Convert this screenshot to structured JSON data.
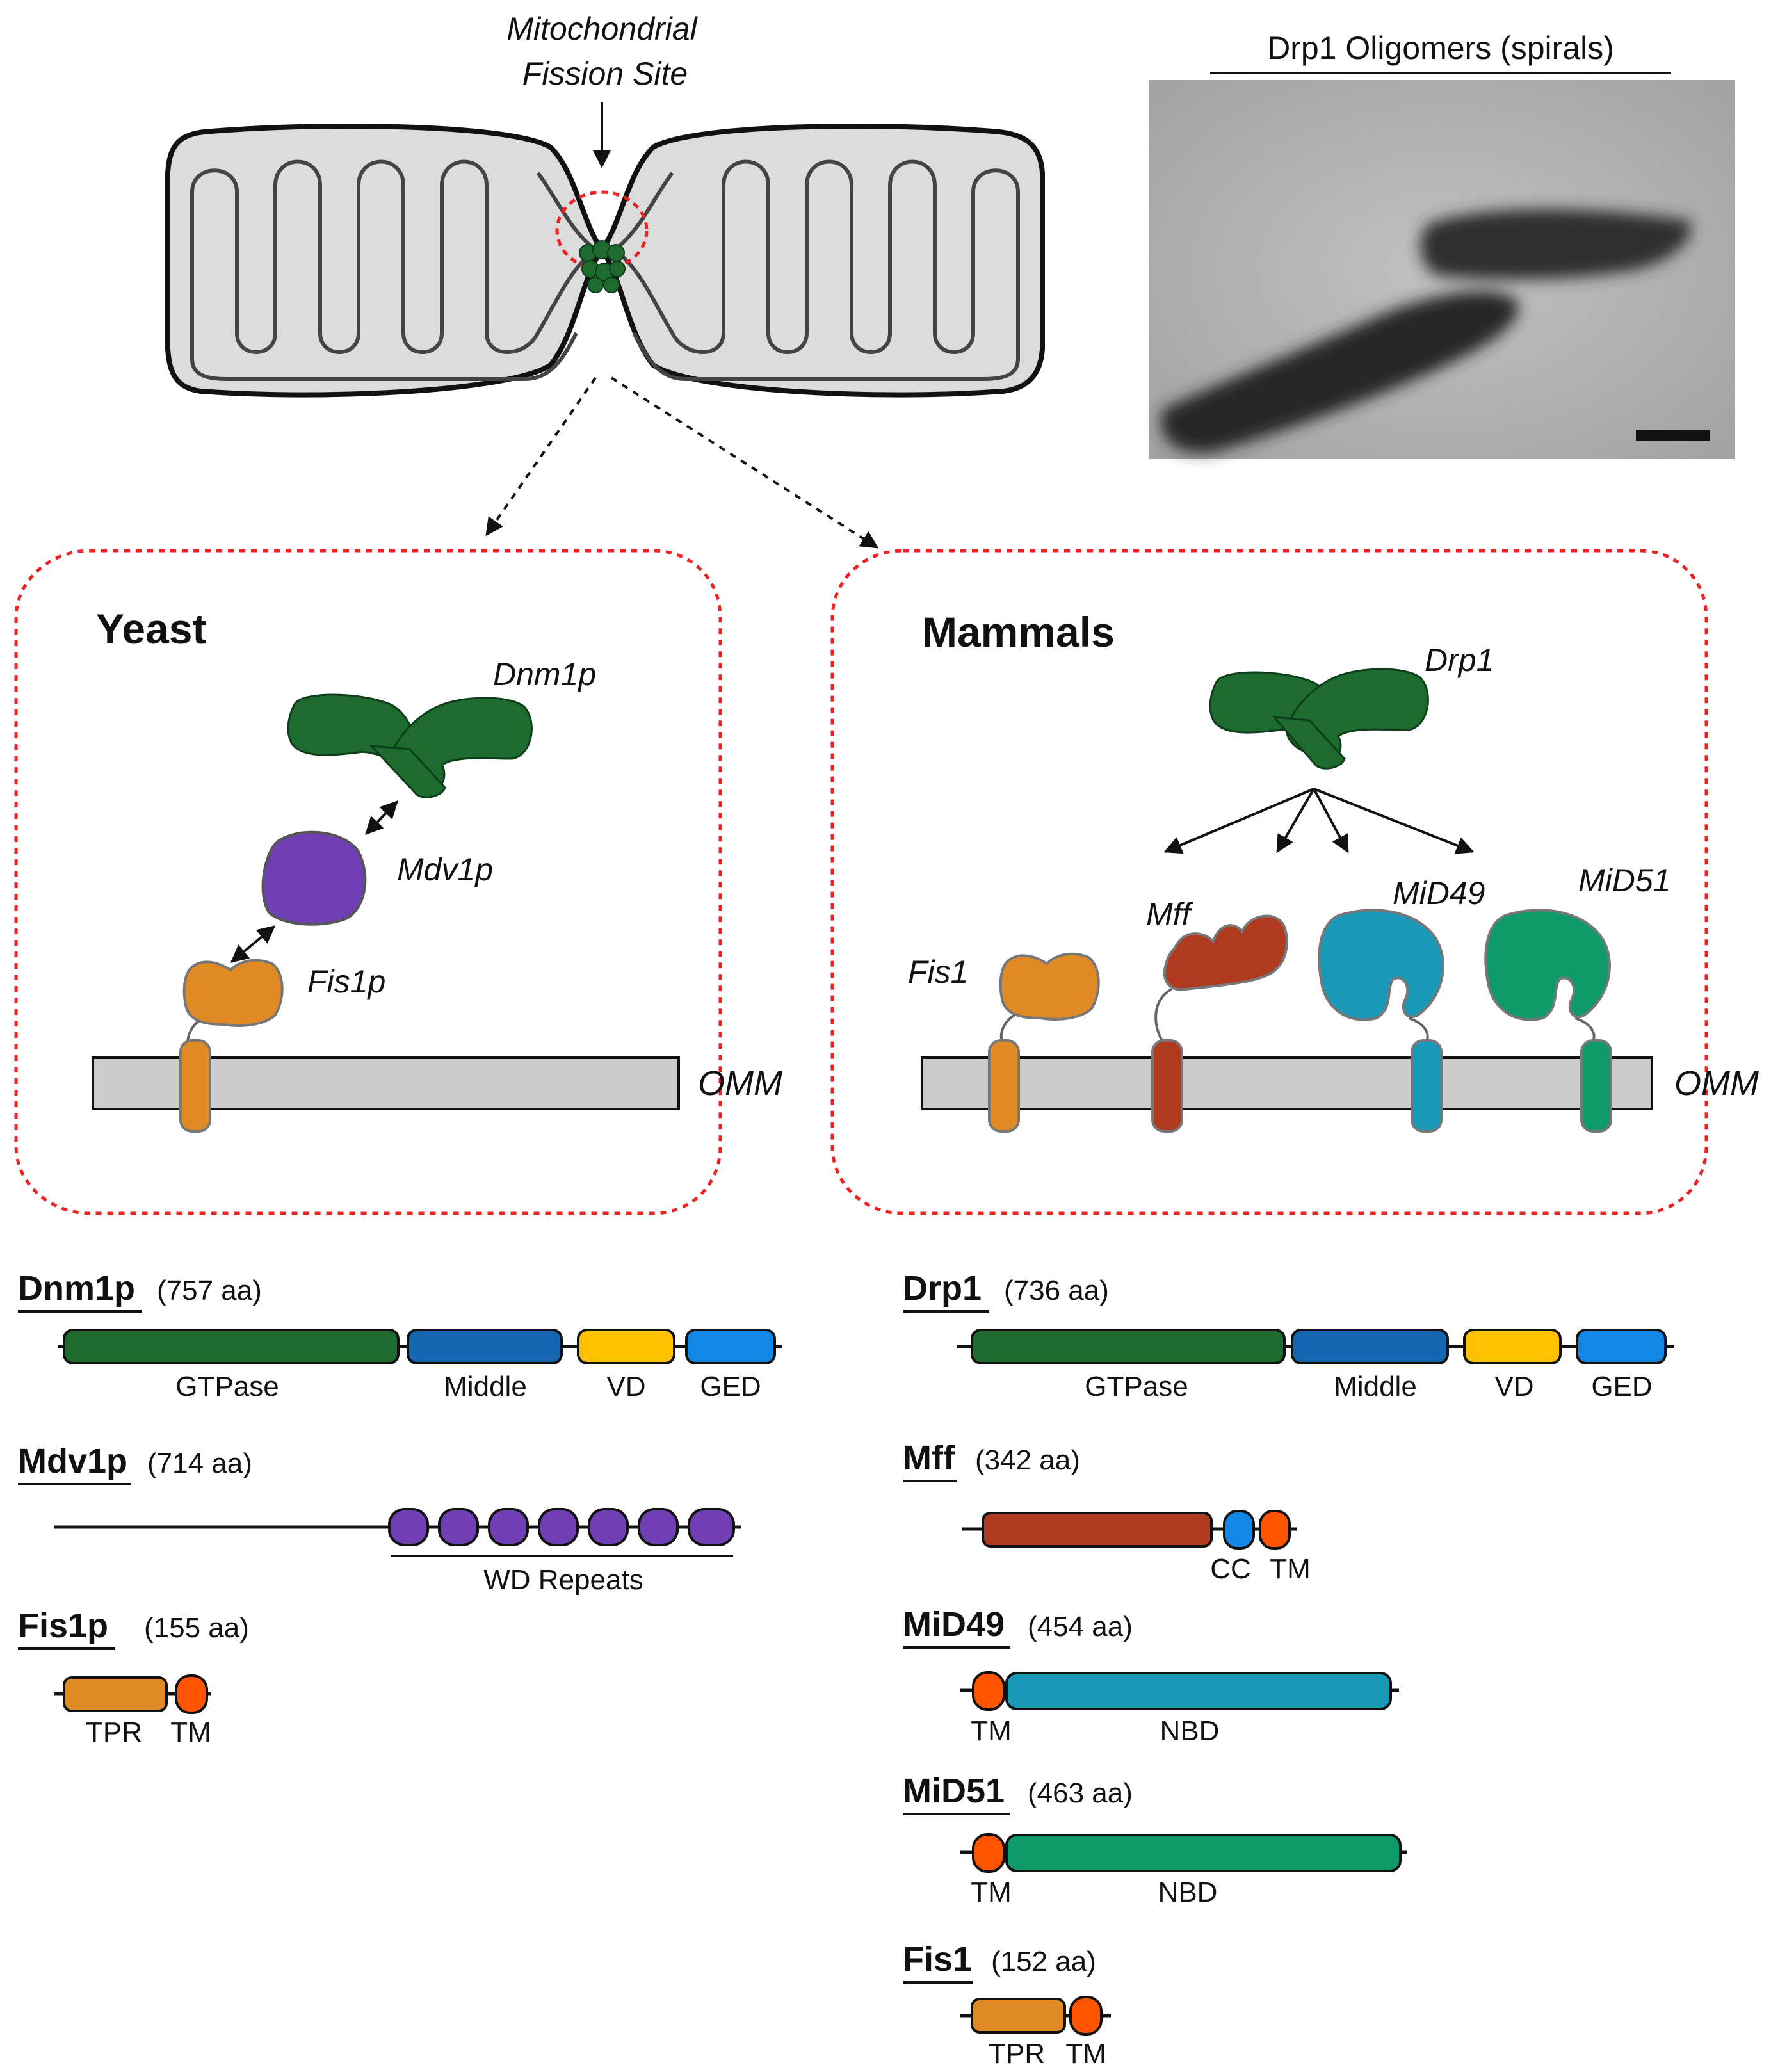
{
  "top": {
    "fission_site_label_line1": "Mitochondrial",
    "fission_site_label_line2": "Fission Site",
    "em_title": "Drp1 Oligomers (spirals)"
  },
  "panels": {
    "yeast": {
      "title": "Yeast",
      "membrane_label": "OMM",
      "proteins": [
        "Dnm1p",
        "Mdv1p",
        "Fis1p"
      ]
    },
    "mammals": {
      "title": "Mammals",
      "membrane_label": "OMM",
      "proteins": [
        "Drp1",
        "Fis1",
        "Mff",
        "MiD49",
        "MiD51"
      ]
    }
  },
  "domain_maps": {
    "yeast": [
      {
        "name": "Dnm1p",
        "size": "(757 aa)",
        "domains": [
          "GTPase",
          "Middle",
          "VD",
          "GED"
        ]
      },
      {
        "name": "Mdv1p",
        "size": "(714 aa)",
        "domains": [
          "WD Repeats"
        ]
      },
      {
        "name": "Fis1p",
        "size": "(155 aa)",
        "domains": [
          "TPR",
          "TM"
        ]
      }
    ],
    "mammals": [
      {
        "name": "Drp1",
        "size": "(736 aa)",
        "domains": [
          "GTPase",
          "Middle",
          "VD",
          "GED"
        ]
      },
      {
        "name": "Mff",
        "size": "(342 aa)",
        "domains": [
          "CC",
          "TM"
        ]
      },
      {
        "name": "MiD49",
        "size": "(454 aa)",
        "domains": [
          "TM",
          "NBD"
        ]
      },
      {
        "name": "MiD51",
        "size": "(463 aa)",
        "domains": [
          "TM",
          "NBD"
        ]
      },
      {
        "name": "Fis1",
        "size": "(152 aa)",
        "domains": [
          "TPR",
          "TM"
        ]
      }
    ]
  },
  "colors": {
    "gtpase": "#1e6b30",
    "middle": "#1466b0",
    "vd": "#ffc000",
    "ged": "#1287e6",
    "mdv1": "#6f3fb3",
    "fis1": "#e08a25",
    "mff": "#b03a20",
    "mid49": "#1a9ab8",
    "mid51": "#0f9a6a",
    "tm": "#ff5500",
    "cc": "#1287e6",
    "membrane": "#cccccc",
    "dashed_box": "#ee2222"
  }
}
